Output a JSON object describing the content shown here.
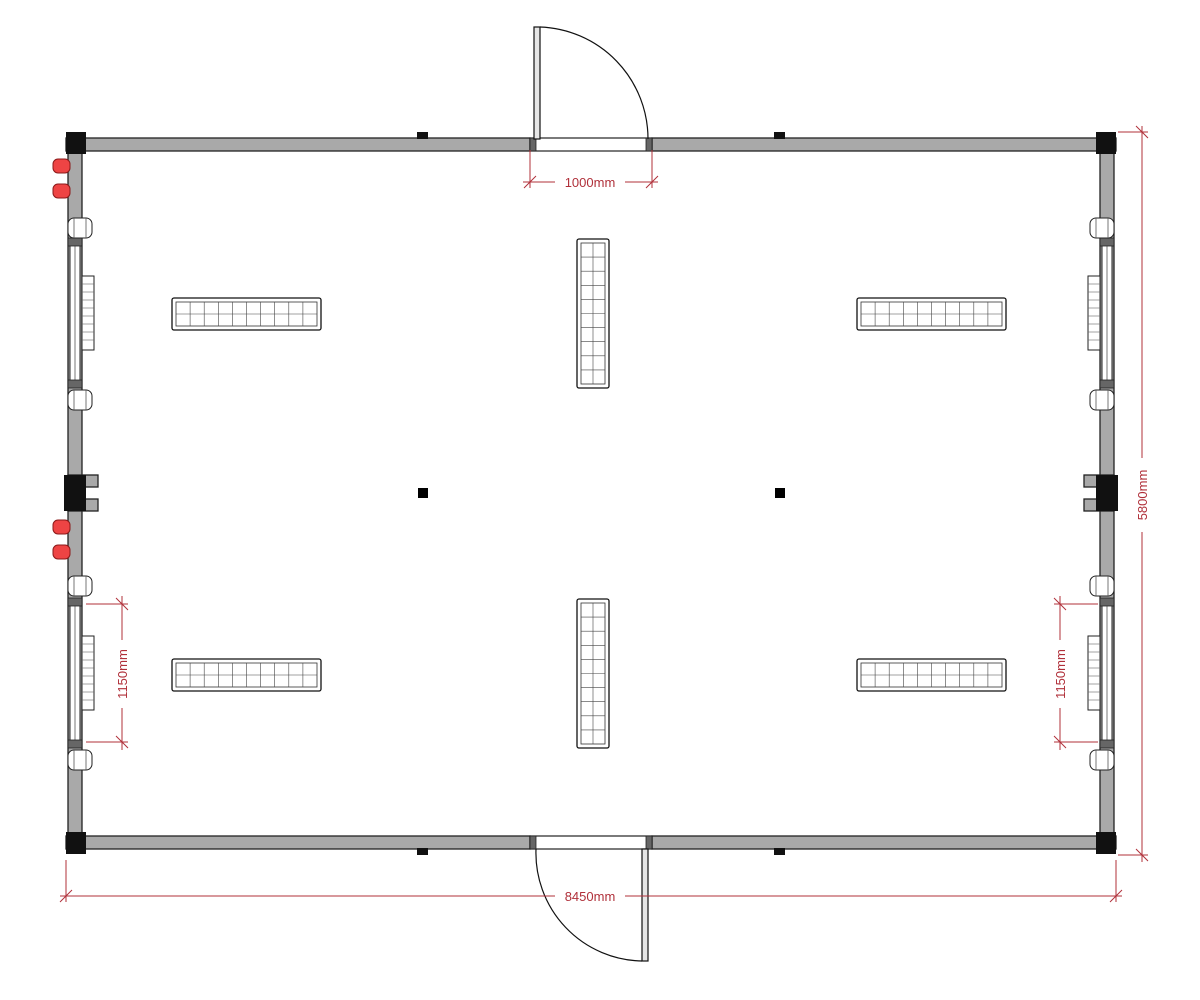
{
  "dimensions": {
    "door_width": "1000mm",
    "total_width": "8450mm",
    "total_height": "5800mm",
    "window_left": "1150mm",
    "window_right": "1150mm"
  },
  "colors": {
    "wall": "#a9a9a9",
    "dimension": "#b0303a",
    "socket": "#ee4444"
  }
}
